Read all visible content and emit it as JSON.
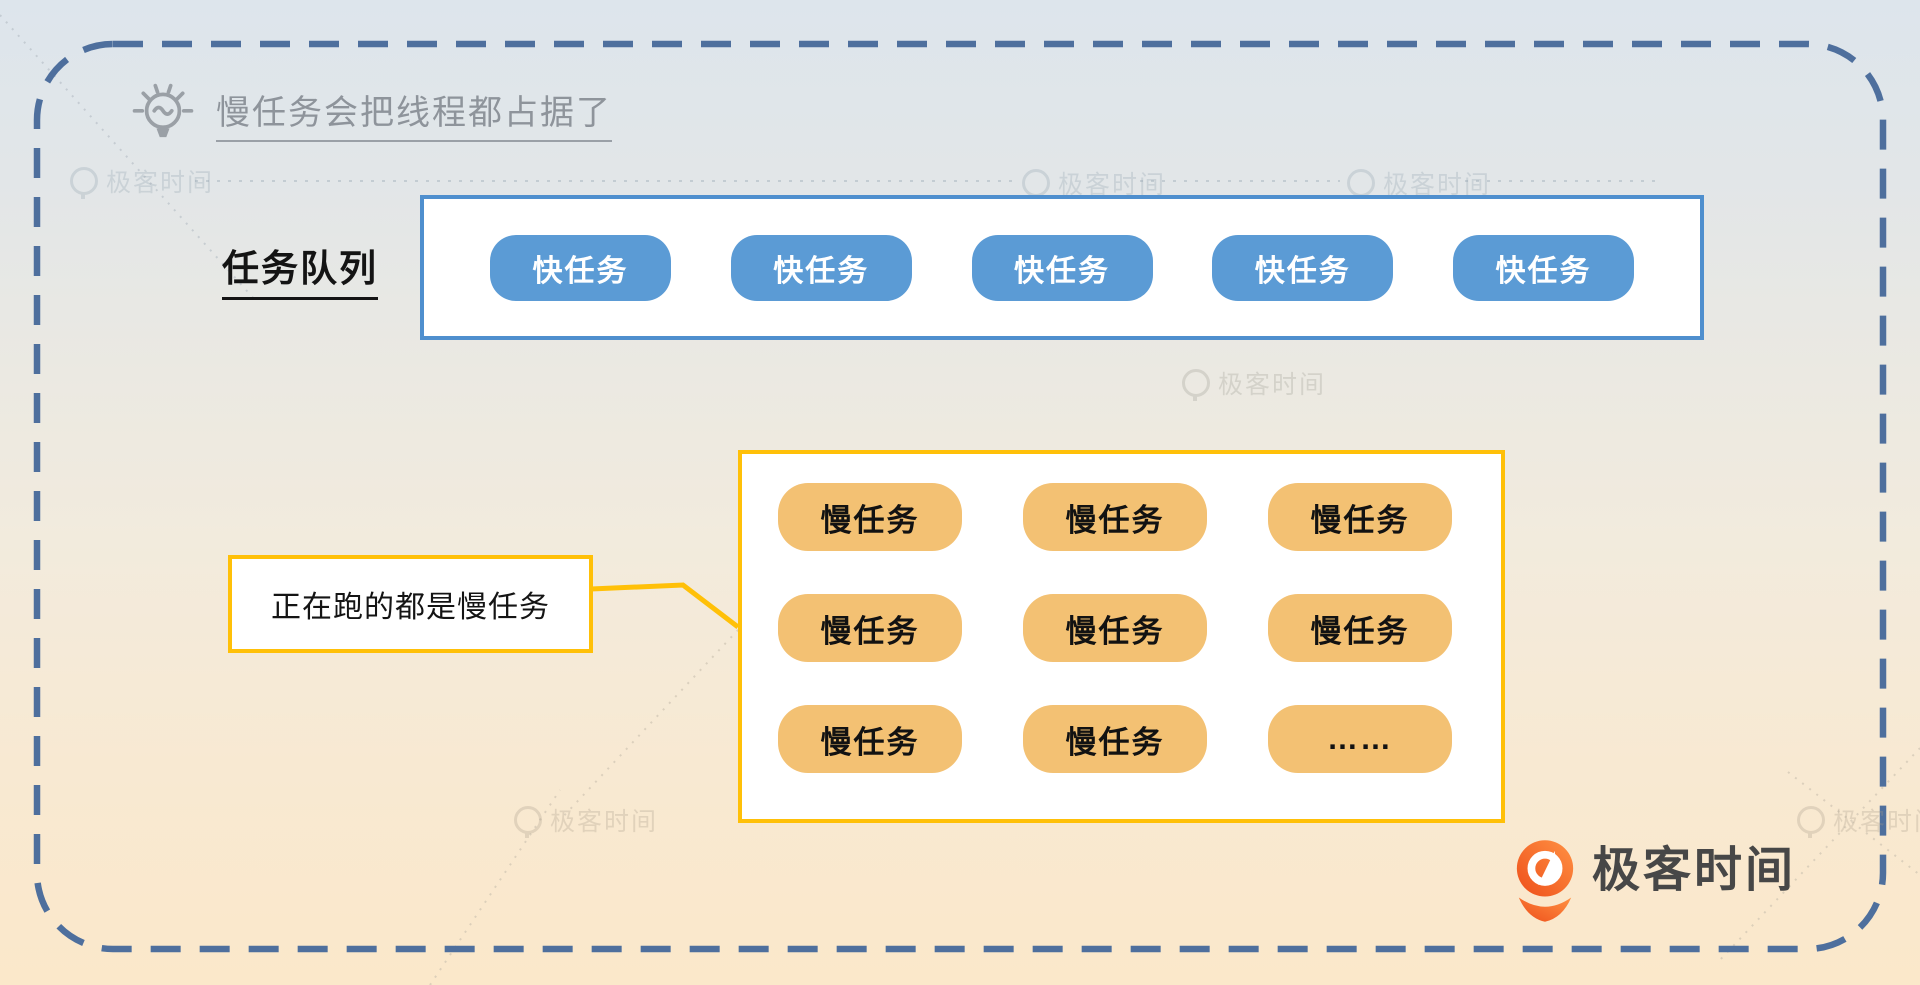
{
  "header": {
    "title": "慢任务会把线程都占据了"
  },
  "queue": {
    "label": "任务队列",
    "items": [
      {
        "label": "快任务"
      },
      {
        "label": "快任务"
      },
      {
        "label": "快任务"
      },
      {
        "label": "快任务"
      },
      {
        "label": "快任务"
      }
    ]
  },
  "runner_pool": {
    "items": [
      {
        "label": "慢任务"
      },
      {
        "label": "慢任务"
      },
      {
        "label": "慢任务"
      },
      {
        "label": "慢任务"
      },
      {
        "label": "慢任务"
      },
      {
        "label": "慢任务"
      },
      {
        "label": "慢任务"
      },
      {
        "label": "慢任务"
      },
      {
        "label": "……"
      }
    ]
  },
  "callout": {
    "text": "正在跑的都是慢任务"
  },
  "watermark": {
    "text": "极客时间"
  },
  "logo": {
    "text": "极客时间"
  },
  "colors": {
    "dashed_border": "#4e6f9d",
    "queue_border": "#4f8fce",
    "fast_pill": "#5b9bd5",
    "slow_pill": "#f3c173",
    "accent_yellow": "#ffc008",
    "logo_orange": "#f1511b",
    "title_gray": "#8e949b"
  }
}
